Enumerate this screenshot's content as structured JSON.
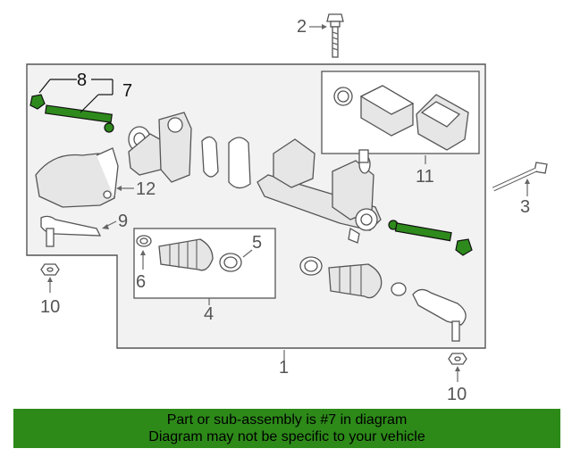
{
  "callouts": {
    "c1": "1",
    "c2": "2",
    "c3": "3",
    "c4": "4",
    "c5": "5",
    "c6": "6",
    "c7": "7",
    "c8": "8",
    "c9": "9",
    "c10a": "10",
    "c10b": "10",
    "c11": "11",
    "c12": "12"
  },
  "banner": {
    "line1": "Part or sub-assembly is #7 in diagram",
    "line2": "Diagram may not be specific to your vehicle"
  },
  "colors": {
    "highlight": "#2e8a1c",
    "banner": "#2d8a19",
    "frame": "#f2f2f2"
  },
  "highlighted_part": "7"
}
